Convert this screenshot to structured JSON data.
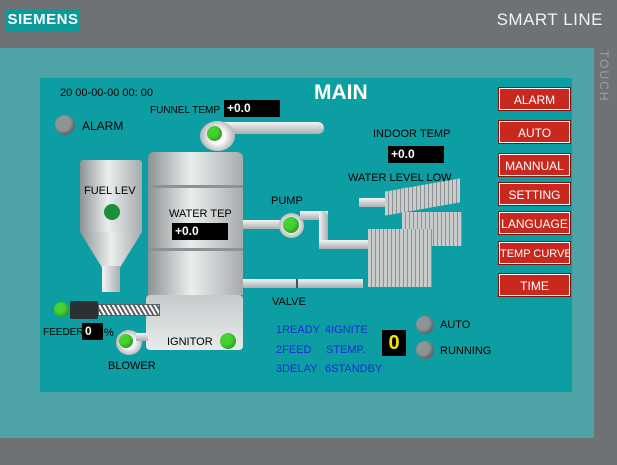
{
  "device": {
    "brand": "SIEMENS",
    "series": "SMART LINE",
    "touch_label": "TOUCH"
  },
  "screen": {
    "title": "MAIN",
    "datetime": "20 00-00-00 00: 00",
    "alarm_label": "ALARM",
    "funnel_temp": {
      "label": "FUNNEL TEMP",
      "value": "+0.0"
    },
    "indoor_temp": {
      "label": "INDOOR TEMP",
      "value": "+0.0"
    },
    "water_level_low": {
      "label": "WATER LEVEL LOW"
    },
    "fuel_level": {
      "label": "FUEL LEV"
    },
    "water_temp": {
      "label": "WATER TEP",
      "value": "+0.0"
    },
    "pump": {
      "label": "PUMP"
    },
    "valve": {
      "label": "VALVE"
    },
    "feeder": {
      "label": "FEEDER",
      "value": "0",
      "unit": "%"
    },
    "ignitor": {
      "label": "IGNITOR"
    },
    "blower": {
      "label": "BLOWER"
    },
    "states": {
      "s1": "1READY",
      "s4": "4IGNITE",
      "s2": "2FEED",
      "stemp": "STEMP.",
      "s3": "3DELAY",
      "s6": "6STANDBY",
      "current_step": "0"
    },
    "auto_label": "AUTO",
    "running_label": "RUNNING"
  },
  "buttons": [
    "ALARM",
    "AUTO",
    "MANNUAL",
    "SETTING",
    "LANGUAGE",
    "TEMP CURVE",
    "TIME"
  ],
  "colors": {
    "screen_bg": "#0d9ea3",
    "button_red": "#c8281e",
    "lamp_green": "#44d331",
    "lamp_gray": "#8d9597",
    "state_text_blue": "#1a2bd8",
    "brand_teal": "#0a9a9a"
  }
}
